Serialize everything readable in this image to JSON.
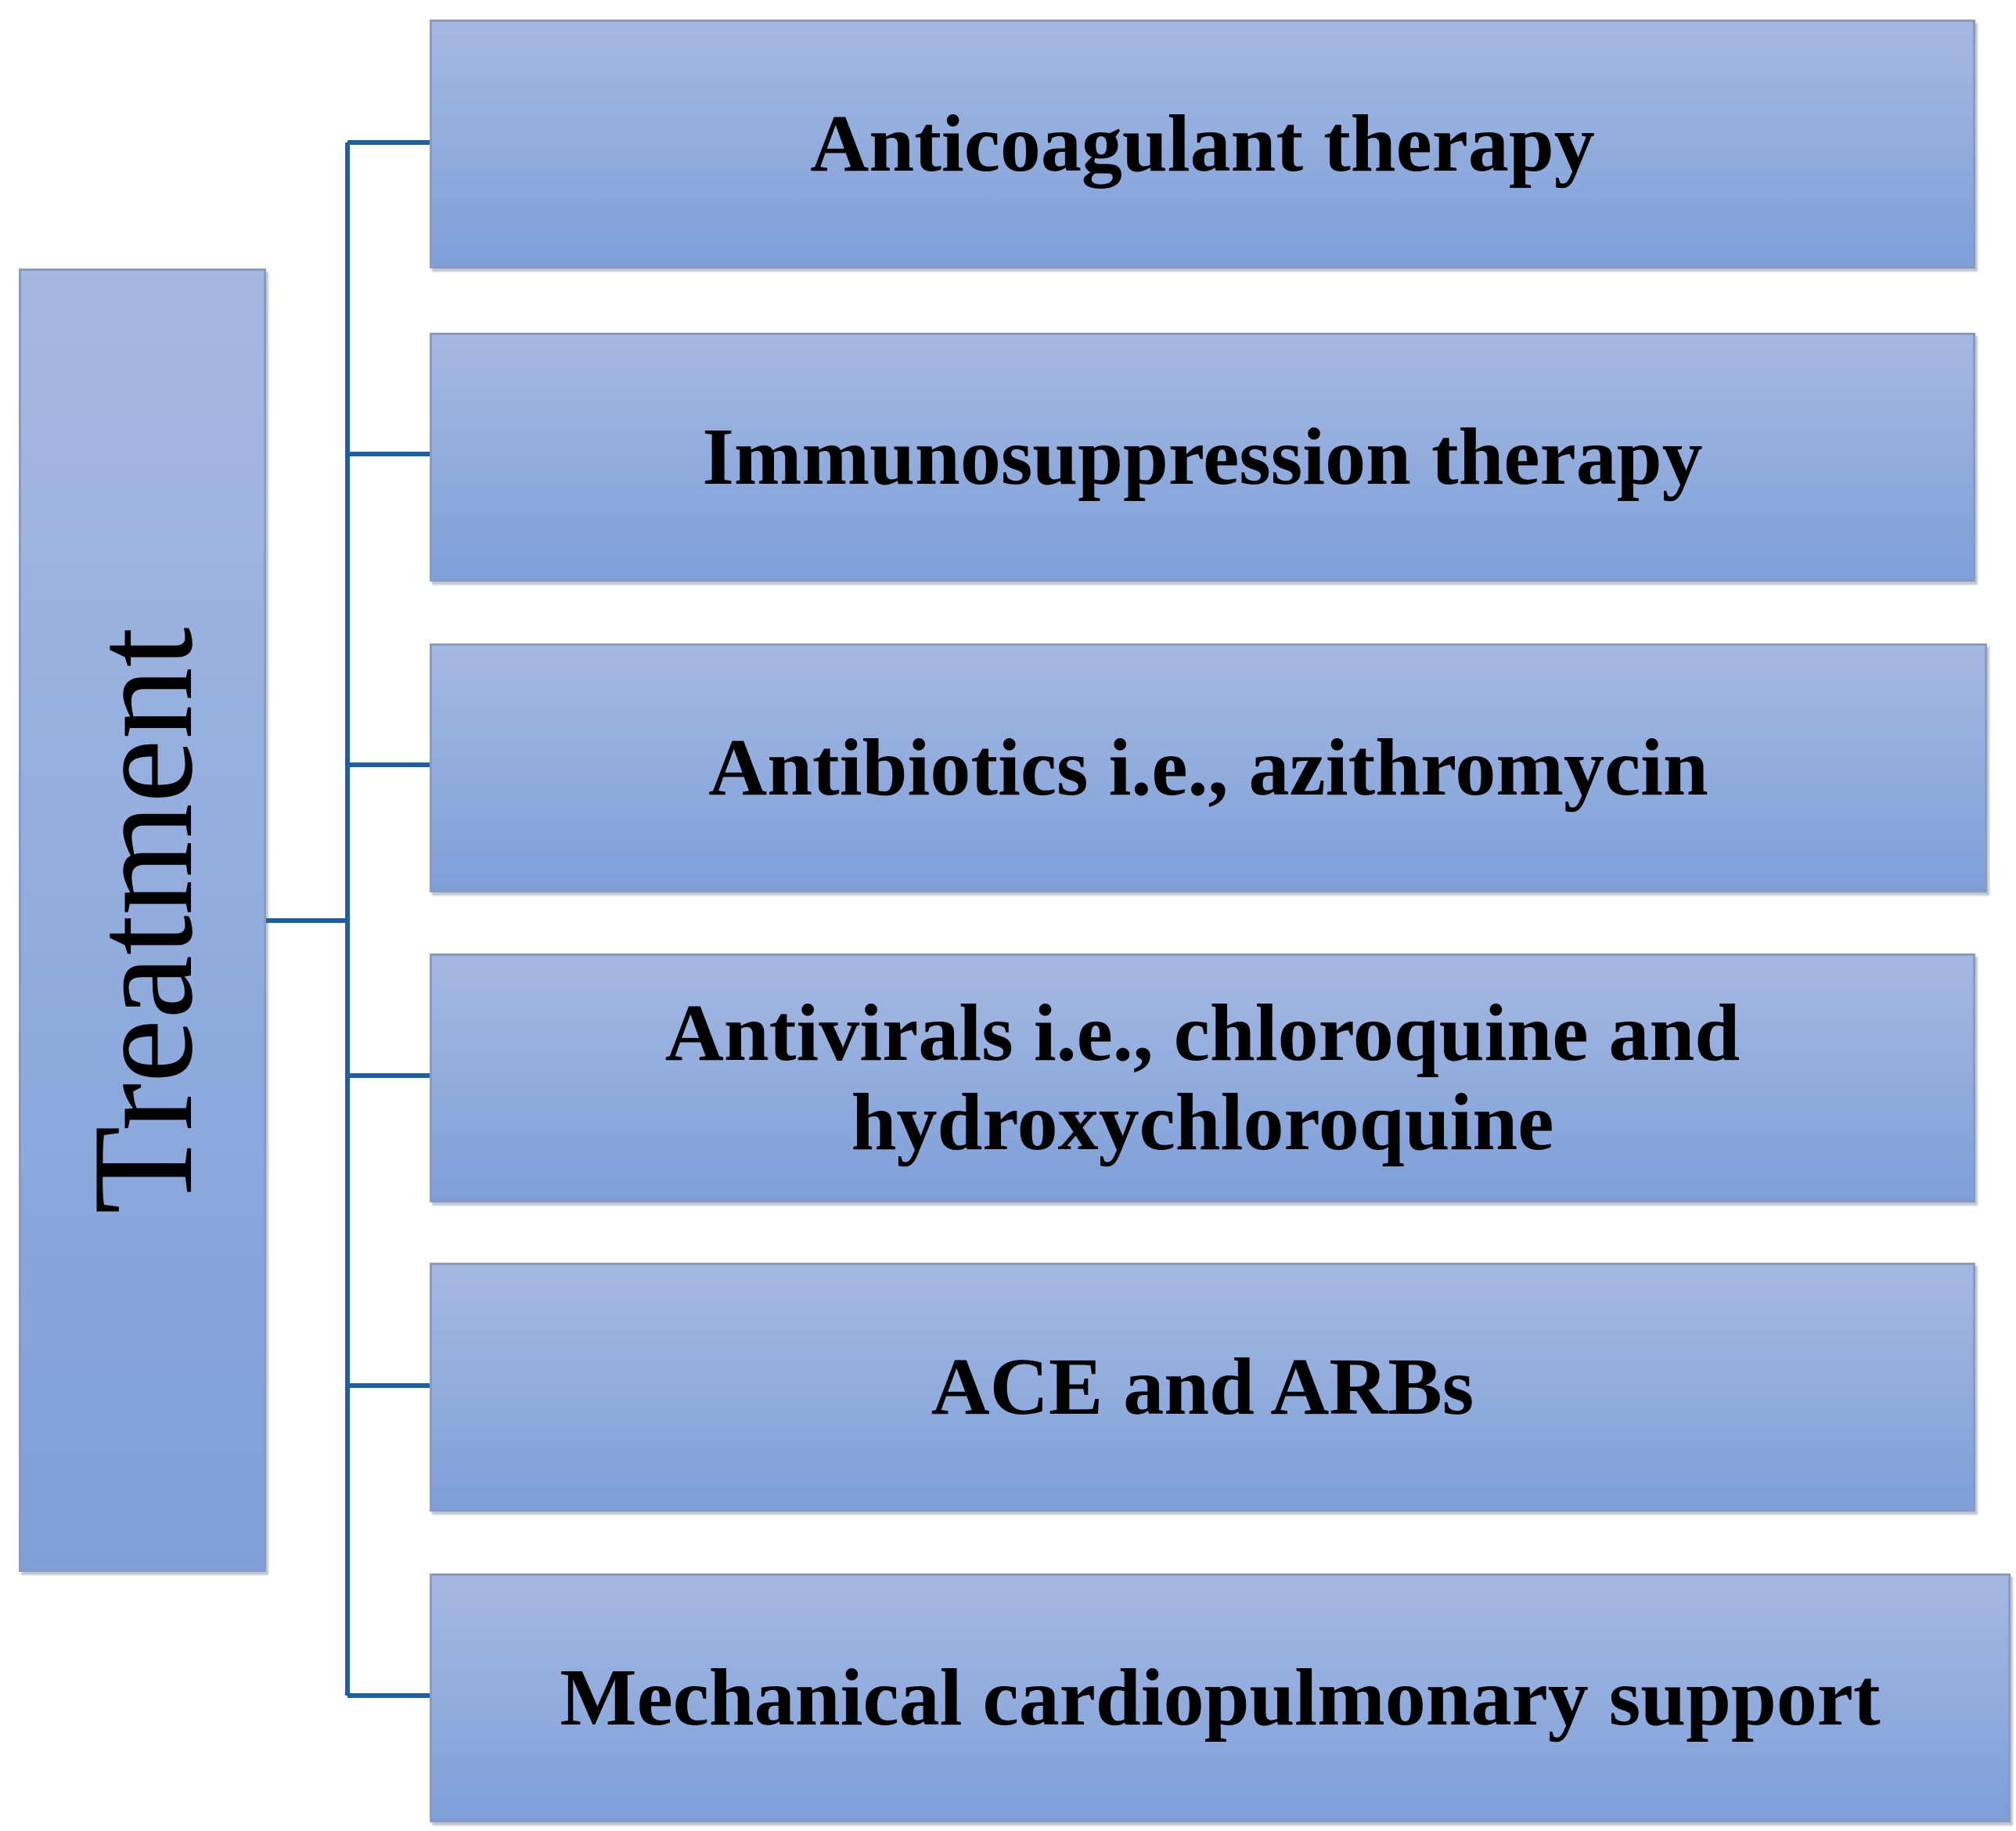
{
  "root": {
    "label": "Treatment"
  },
  "branches": [
    {
      "label": "Anticoagulant therapy"
    },
    {
      "label": "Immunosuppression therapy"
    },
    {
      "label": "Antibiotics i.e., azithromycin"
    },
    {
      "label": "Antivirals i.e., chloroquine and hydroxychloroquine"
    },
    {
      "label": "ACE and ARBs"
    },
    {
      "label": "Mechanical cardiopulmonary support"
    }
  ],
  "colors": {
    "box_fill_top": "#a5b8e2",
    "box_fill_bottom": "#7f9fd9",
    "connector": "#1f5fa0"
  }
}
